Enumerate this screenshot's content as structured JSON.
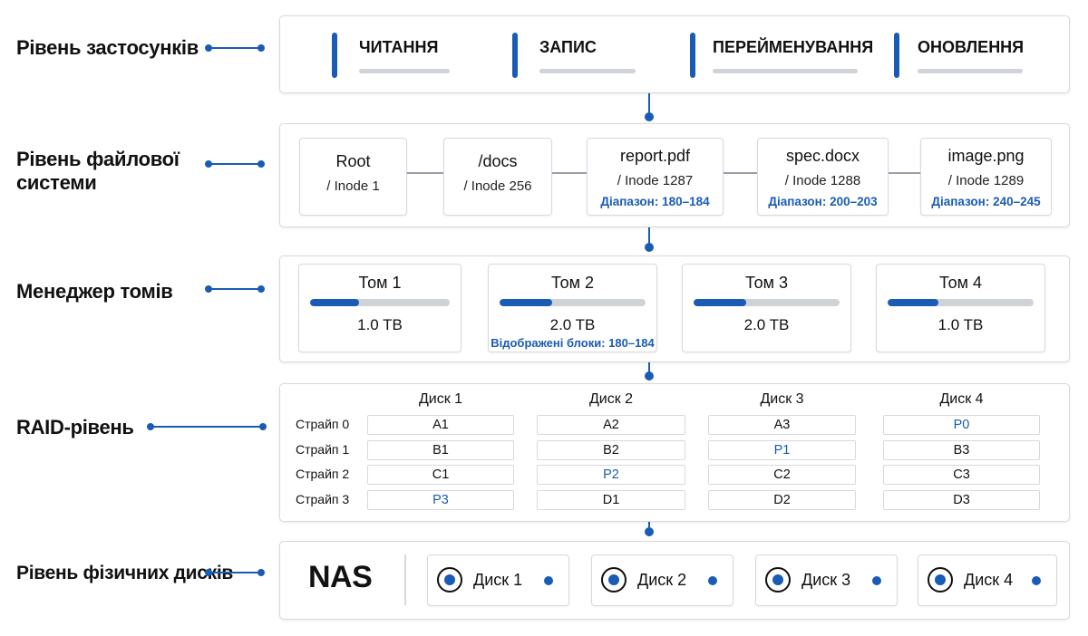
{
  "layers": [
    {
      "label": "Рівень застосунків"
    },
    {
      "label": "Рівень файлової системи"
    },
    {
      "label": "Менеджер томів"
    },
    {
      "label": "RAID-рівень"
    },
    {
      "label": "Рівень фізичних дисків"
    }
  ],
  "apps": [
    {
      "label": "ЧИТАННЯ"
    },
    {
      "label": "ЗАПИС"
    },
    {
      "label": "ПЕРЕЙМЕНУВАННЯ"
    },
    {
      "label": "ОНОВЛЕННЯ"
    }
  ],
  "fs": [
    {
      "name": "Root",
      "inode": "/ Inode 1",
      "range": ""
    },
    {
      "name": "/docs",
      "inode": "/ Inode 256",
      "range": ""
    },
    {
      "name": "report.pdf",
      "inode": "/ Inode 1287",
      "range": "Діапазон: 180–184"
    },
    {
      "name": "spec.docx",
      "inode": "/ Inode 1288",
      "range": "Діапазон: 200–203"
    },
    {
      "name": "image.png",
      "inode": "/ Inode 1289",
      "range": "Діапазон: 240–245"
    }
  ],
  "volumes": [
    {
      "name": "Том 1",
      "size": "1.0 TB",
      "fill": 0.35,
      "mapped": ""
    },
    {
      "name": "Том 2",
      "size": "2.0 TB",
      "fill": 0.36,
      "mapped": "Відображені блоки: 180–184"
    },
    {
      "name": "Том 3",
      "size": "2.0 TB",
      "fill": 0.36,
      "mapped": ""
    },
    {
      "name": "Том 4",
      "size": "1.0 TB",
      "fill": 0.35,
      "mapped": ""
    }
  ],
  "raid": {
    "disks": [
      "Диск 1",
      "Диск 2",
      "Диск 3",
      "Диск 4"
    ],
    "stripes": [
      {
        "label": "Страйп 0",
        "cells": [
          "A1",
          "A2",
          "A3",
          "P0"
        ]
      },
      {
        "label": "Страйп 1",
        "cells": [
          "B1",
          "B2",
          "P1",
          "B3"
        ]
      },
      {
        "label": "Страйп 2",
        "cells": [
          "C1",
          "P2",
          "C2",
          "C3"
        ]
      },
      {
        "label": "Страйп 3",
        "cells": [
          "P3",
          "D1",
          "D2",
          "D3"
        ]
      }
    ],
    "parity_color": "#1a5bb5"
  },
  "physical": {
    "nas": "NAS",
    "disks": [
      "Диск 1",
      "Диск 2",
      "Диск 3",
      "Диск 4"
    ]
  },
  "colors": {
    "accent": "#1a5bb5",
    "border": "#d6d9de"
  }
}
